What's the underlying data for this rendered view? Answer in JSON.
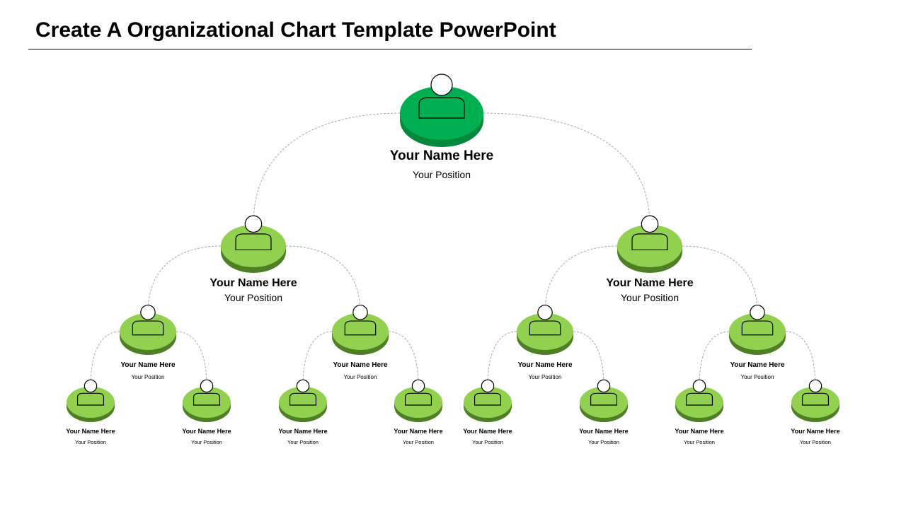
{
  "title": "Create A Organizational Chart Template PowerPoint",
  "colors": {
    "root_top": "#00B050",
    "root_side": "#00883C",
    "node_top": "#92D050",
    "node_side": "#4F7F24",
    "connector": "#A6A6A6",
    "icon_stroke": "#000000"
  },
  "icon": "person-icon",
  "nodes": [
    {
      "id": "n0",
      "parent": null,
      "level": 0,
      "name": "Your Name Here",
      "position": "Your Position"
    },
    {
      "id": "n1",
      "parent": "n0",
      "level": 1,
      "name": "Your Name Here",
      "position": "Your Position"
    },
    {
      "id": "n2",
      "parent": "n0",
      "level": 1,
      "name": "Your Name Here",
      "position": "Your Position"
    },
    {
      "id": "n3",
      "parent": "n1",
      "level": 2,
      "name": "Your Name Here",
      "position": "Your Position"
    },
    {
      "id": "n4",
      "parent": "n1",
      "level": 2,
      "name": "Your Name Here",
      "position": "Your Position"
    },
    {
      "id": "n5",
      "parent": "n2",
      "level": 2,
      "name": "Your Name Here",
      "position": "Your Position"
    },
    {
      "id": "n6",
      "parent": "n2",
      "level": 2,
      "name": "Your Name Here",
      "position": "Your Position"
    },
    {
      "id": "n7",
      "parent": "n3",
      "level": 3,
      "name": "Your Name Here",
      "position": "Your Position"
    },
    {
      "id": "n8",
      "parent": "n3",
      "level": 3,
      "name": "Your Name Here",
      "position": "Your Position"
    },
    {
      "id": "n9",
      "parent": "n4",
      "level": 3,
      "name": "Your Name Here",
      "position": "Your Position"
    },
    {
      "id": "n10",
      "parent": "n4",
      "level": 3,
      "name": "Your Name Here",
      "position": "Your Position"
    },
    {
      "id": "n11",
      "parent": "n5",
      "level": 3,
      "name": "Your Name Here",
      "position": "Your Position"
    },
    {
      "id": "n12",
      "parent": "n5",
      "level": 3,
      "name": "Your Name Here",
      "position": "Your Position"
    },
    {
      "id": "n13",
      "parent": "n6",
      "level": 3,
      "name": "Your Name Here",
      "position": "Your Position"
    },
    {
      "id": "n14",
      "parent": "n6",
      "level": 3,
      "name": "Your Name Here",
      "position": "Your Position"
    }
  ]
}
